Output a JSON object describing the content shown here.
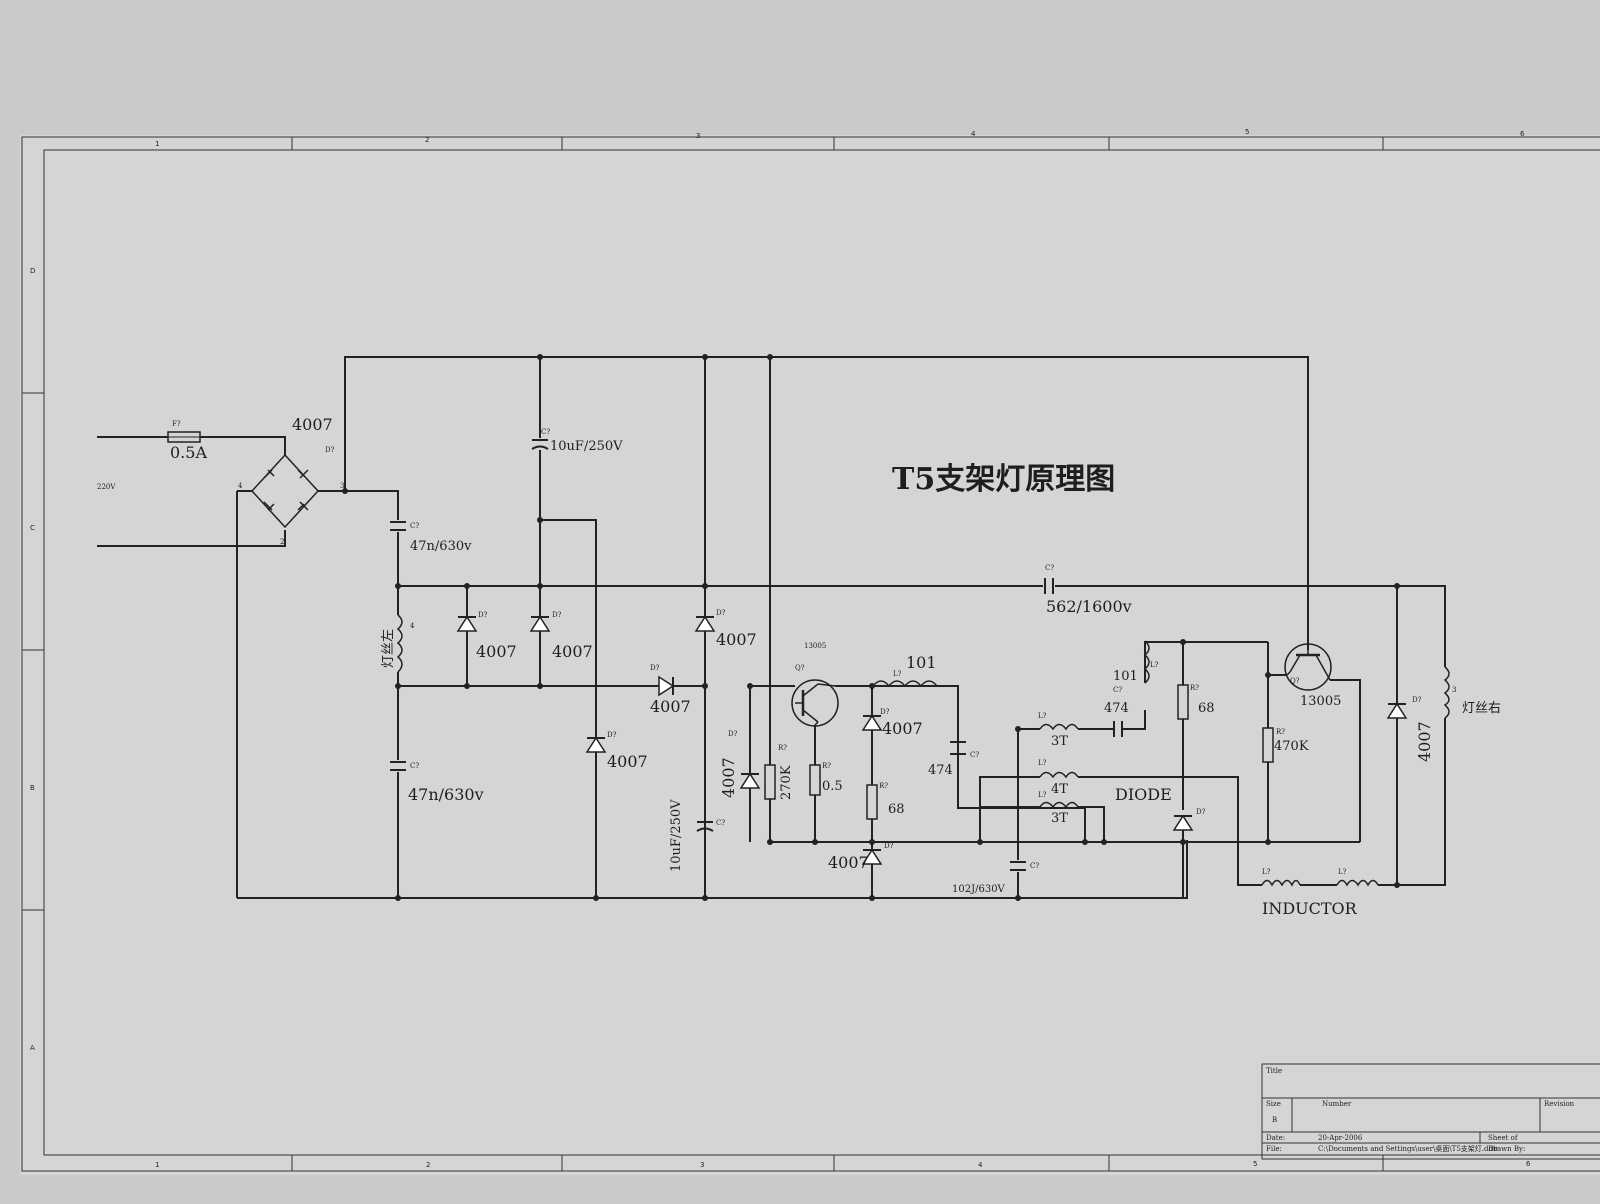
{
  "title": "T5支架灯原理图",
  "zones": {
    "columns": [
      "1",
      "2",
      "3",
      "4",
      "5",
      "6"
    ],
    "rows": [
      "D",
      "C",
      "B",
      "A"
    ]
  },
  "labels": {
    "fuse_ref": "F?",
    "fuse_value": "0.5A",
    "mains": "220V",
    "bridge_value": "4007",
    "bridge_ref": "D?",
    "bridge_pin_left": "4",
    "bridge_pin_right": "3",
    "bridge_pin_bottom": "2",
    "c_top_ref": "C?",
    "c_top_value": "47n/630v",
    "c_bot_ref": "C?",
    "c_bot_value": "47n/630v",
    "e1_ref": "C?",
    "e1_value": "10uF/250V",
    "e2_ref": "C?",
    "e2_value": "10uF/250V",
    "fil_left": "灯丝左",
    "fil_left_pin": "4",
    "fil_right": "灯丝右",
    "fil_right_pin": "3",
    "d1_ref": "D?",
    "d1_value": "4007",
    "d2_ref": "D?",
    "d2_value": "4007",
    "d3_ref": "D?",
    "d3_value": "4007",
    "d4_ref": "D?",
    "d4_value": "4007",
    "d5_ref": "D?",
    "d5_value": "4007",
    "d6_ref": "D?",
    "d6_value": "4007",
    "d7_ref": "D?",
    "d7_value": "4007",
    "d8_ref": "D?",
    "d8_value": "4007",
    "d9_ref": "D?",
    "d9_value": "4007",
    "c_hv_ref": "C?",
    "c_hv_value": "562/1600v",
    "q1_part": "13005",
    "q1_ref": "Q?",
    "q2_part": "13005",
    "q2_ref": "Q?",
    "r270_ref": "R?",
    "r270_value": "270K",
    "r05_ref": "R?",
    "r05_value": "0.5",
    "r68a_ref": "R?",
    "r68a_value": "68",
    "r68b_ref": "R?",
    "r68b_value": "68",
    "r470_ref": "R?",
    "r470_value": "470K",
    "l101a_ref": "L?",
    "l101a_value": "101",
    "l101b_ref": "L?",
    "l101b_value": "101",
    "c474a_ref": "C?",
    "c474a_value": "474",
    "c474b_ref": "C?",
    "c474b_value": "474",
    "t3a_ref": "L?",
    "t3a_value": "3T",
    "t4_ref": "L?",
    "t4_value": "4T",
    "t3b_ref": "L?",
    "t3b_value": "3T",
    "diode_label": "DIODE",
    "diode_ref": "D?",
    "c102_ref": "C?",
    "c102_value": "102J/630V",
    "ind1_ref": "L?",
    "ind2_ref": "L?",
    "inductor_label": "INDUCTOR"
  },
  "title_block": {
    "title_label": "Title",
    "size_label": "Size",
    "size_value": "B",
    "number_label": "Number",
    "revision_label": "Revision",
    "date_label": "Date:",
    "date_value": "20-Apr-2006",
    "sheet_label": "Sheet   of",
    "file_label": "File:",
    "file_value": "C:\\Documents and Settings\\user\\桌面\\T5支架灯.ddb",
    "drawn_label": "Drawn By:"
  },
  "colors": {
    "background": "#c9cacc",
    "paper": "#d4d5d7",
    "ink": "#1e1e1e"
  }
}
